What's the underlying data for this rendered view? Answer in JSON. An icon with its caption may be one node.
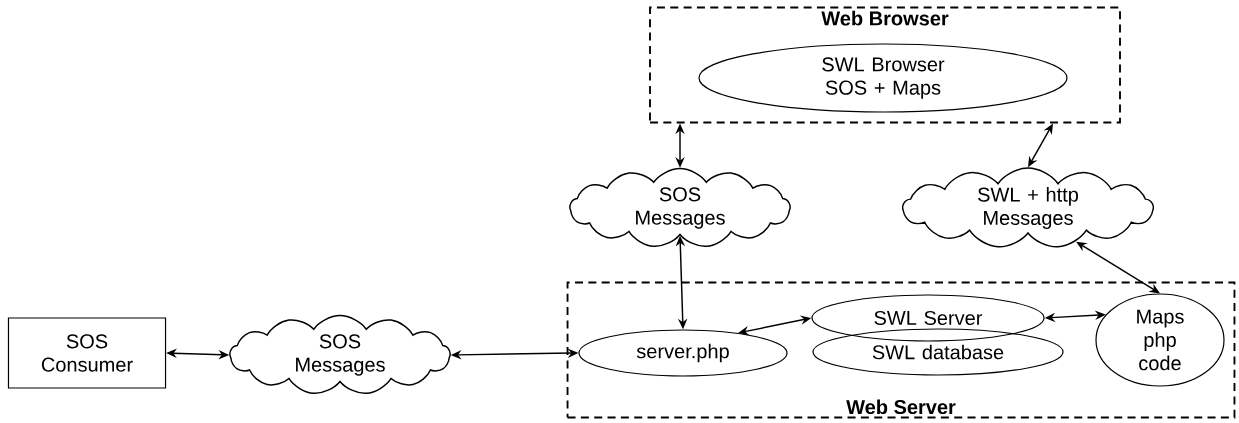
{
  "diagram": {
    "nodes": [
      {
        "text": [
          "Web Browser"
        ]
      },
      {
        "text": [
          "SWL Browser SOS + Maps"
        ],
        "in": 0
      },
      {
        "text": [
          "SOS Messages"
        ]
      },
      {
        "text": [
          "SWL + http Messages"
        ]
      },
      {
        "text": [
          "Web Server"
        ]
      },
      {
        "text": [
          "server.php"
        ],
        "in": 4
      },
      {
        "text": [
          "SWL Server"
        ],
        "in": 4
      },
      {
        "text": [
          "SWL database"
        ],
        "in": 4
      },
      {
        "text": [
          "Maps php code"
        ],
        "in": 4
      },
      {
        "text": [
          "SOS Consumer"
        ]
      },
      {
        "text": [
          "SOS Messages"
        ]
      }
    ],
    "edges": [
      {
        "from": 0,
        "to": 2,
        "arrow": "both"
      },
      {
        "from": 0,
        "to": 3,
        "arrow": "both"
      },
      {
        "from": 2,
        "to": 5,
        "arrow": "both"
      },
      {
        "from": 3,
        "to": 8,
        "arrow": "both"
      },
      {
        "from": 9,
        "to": 10,
        "arrow": "both"
      },
      {
        "from": 10,
        "to": 5,
        "arrow": "both"
      },
      {
        "from": 5,
        "to": 6,
        "arrow": "both"
      },
      {
        "from": 6,
        "to": 8,
        "arrow": "both"
      }
    ]
  }
}
